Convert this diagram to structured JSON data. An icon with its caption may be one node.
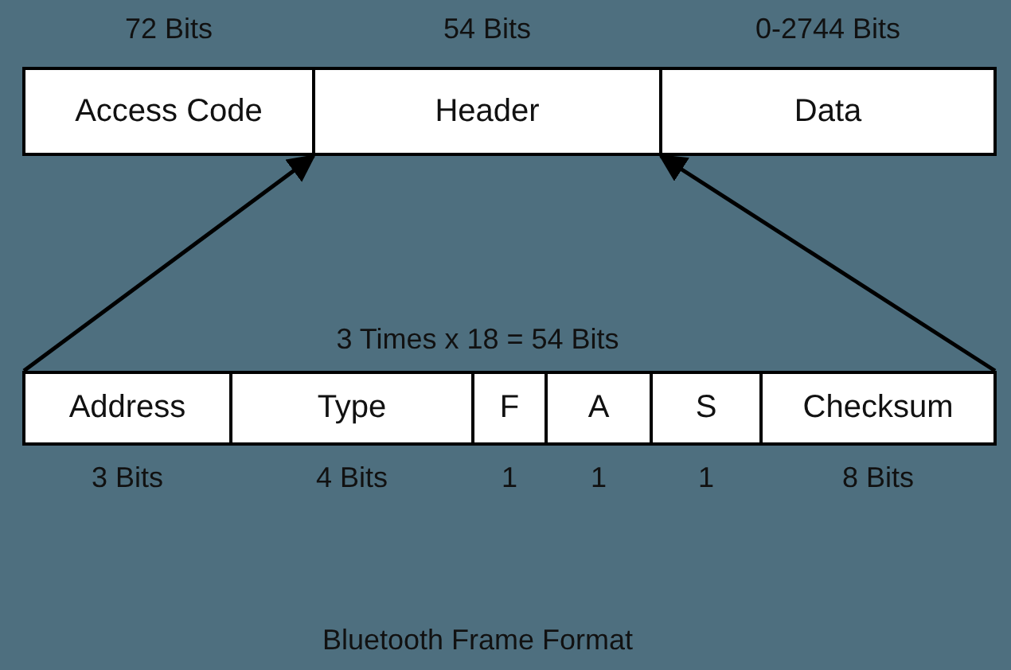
{
  "diagram": {
    "caption": "Bluetooth Frame Format",
    "nodes": [
      {
        "text": [
          "Access Code"
        ],
        "beside": [
          "72 Bits"
        ]
      },
      {
        "text": [
          "Header"
        ],
        "beside": [
          "54 Bits"
        ]
      },
      {
        "text": [
          "Data"
        ],
        "beside": [
          "0-2744 Bits"
        ]
      },
      {
        "text": [
          "Address"
        ],
        "beside": [
          "3 Bits"
        ]
      },
      {
        "text": [
          "Type"
        ],
        "beside": [
          "4 Bits"
        ]
      },
      {
        "text": [
          "F"
        ],
        "beside": [
          "1"
        ]
      },
      {
        "text": [
          "A"
        ],
        "beside": [
          "1"
        ]
      },
      {
        "text": [
          "S"
        ],
        "beside": [
          "1"
        ]
      },
      {
        "text": [
          "Checksum"
        ],
        "beside": [
          "8 Bits"
        ]
      }
    ],
    "edges": [
      {
        "from": 3,
        "to": 1,
        "arrow": "to"
      },
      {
        "from": 8,
        "to": 1,
        "arrow": "to"
      }
    ],
    "labels": [
      "3 Times x 18 = 54 Bits"
    ]
  }
}
